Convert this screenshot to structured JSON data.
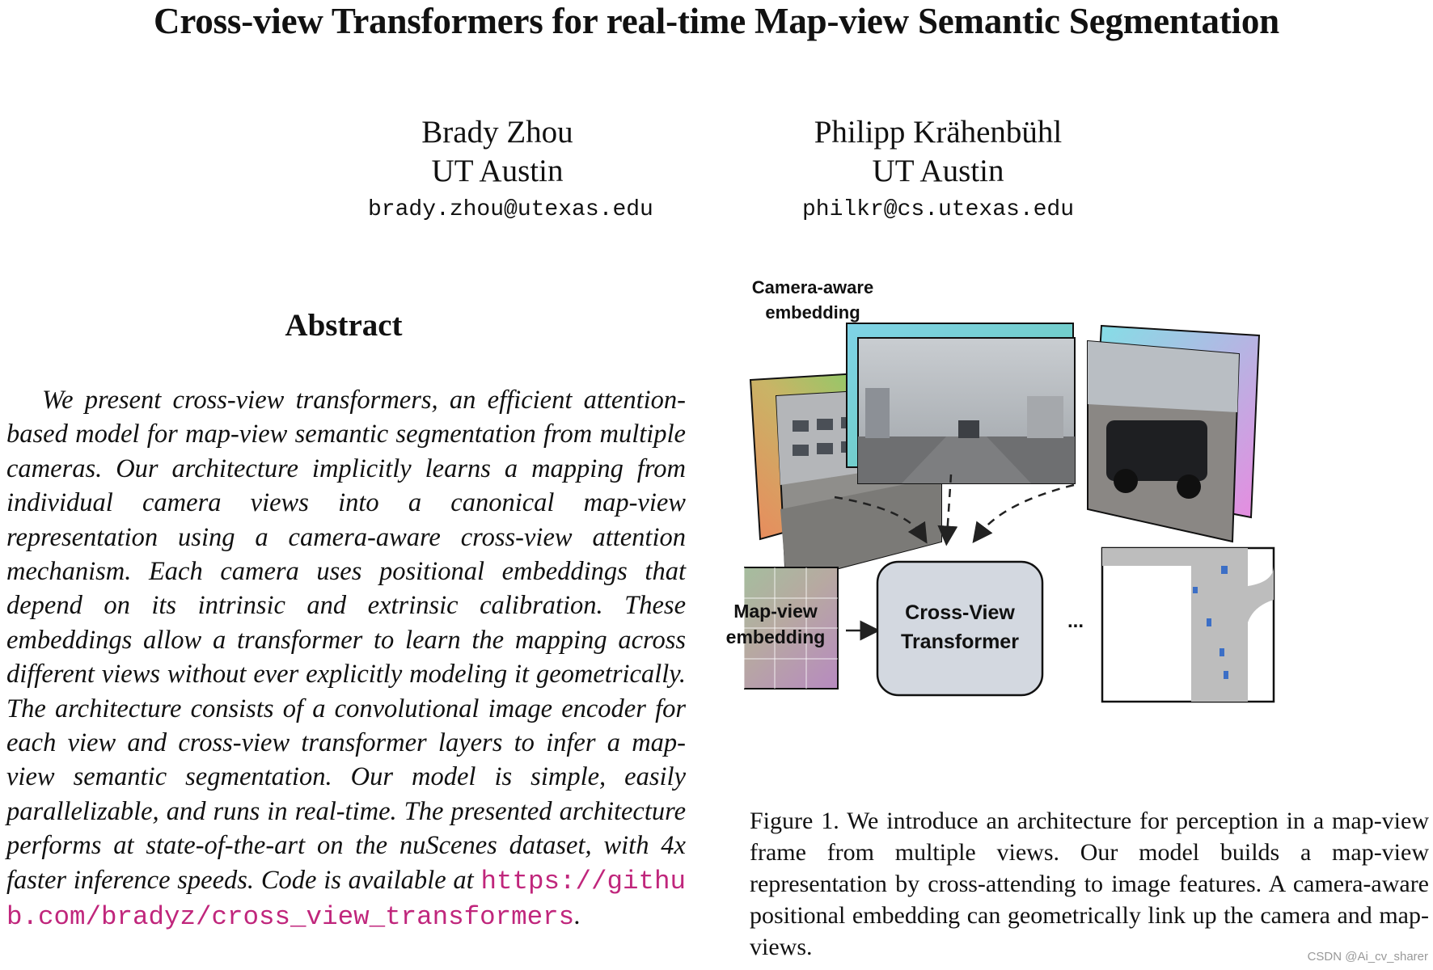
{
  "paper": {
    "title": "Cross-view Transformers for real-time Map-view Semantic Segmentation",
    "authors": [
      {
        "name": "Brady Zhou",
        "affiliation": "UT Austin",
        "email": "brady.zhou@utexas.edu"
      },
      {
        "name": "Philipp Krähenbühl",
        "affiliation": "UT Austin",
        "email": "philkr@cs.utexas.edu"
      }
    ],
    "abstract_heading": "Abstract",
    "abstract_text": "We present cross-view transformers, an efficient attention-based model for map-view semantic segmentation from multiple cameras. Our architecture implicitly learns a mapping from individual camera views into a canonical map-view representation using a camera-aware cross-view attention mechanism. Each camera uses positional embeddings that depend on its intrinsic and extrinsic calibration. These embeddings allow a transformer to learn the mapping across different views without ever explicitly modeling it geometrically. The architecture consists of a convolutional image encoder for each view and cross-view transformer layers to infer a map-view semantic segmentation. Our model is simple, easily parallelizable, and runs in real-time. The presented architecture performs at state-of-the-art on the nuScenes dataset, with 4x faster inference speeds. Code is available at ",
    "code_url": "https://github.com/bradyz/cross_view_transformers",
    "abstract_end": ".",
    "figure": {
      "camera_label_line1": "Camera-aware",
      "camera_label_line2": "embedding",
      "map_label_line1": "Map-view",
      "map_label_line2": "embedding",
      "transformer_line1": "Cross-View",
      "transformer_line2": "Transformer",
      "ellipsis": "...",
      "arrow_symbol": "→"
    },
    "caption": "Figure 1.  We introduce an architecture for perception in a map-view frame from multiple views.  Our model builds a map-view representation by cross-attending to image features.  A camera-aware positional embedding can geometrically link up the camera and map-views.",
    "watermark": "CSDN @Ai_cv_sharer"
  }
}
